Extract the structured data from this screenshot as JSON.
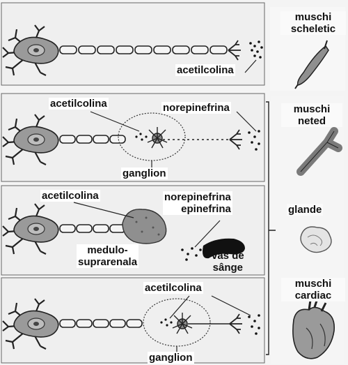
{
  "labels": {
    "muschi_scheletic": "muschi\nscheletic",
    "acetilcolina_1": "acetilcolina",
    "acetilcolina_2": "acetilcolina",
    "norepinefrina_2": "norepinefrina",
    "ganglion_2": "ganglion",
    "muschi_neted": "muschi\nneted",
    "acetilcolina_3": "acetilcolina",
    "norepinefrina_epinefrina": "norepinefrina\nepinefrina",
    "glande": "glande",
    "medulo_suprarenala": "medulo-\nsuprarenala",
    "vas_de_sange": "vas de\nsânge",
    "acetilcolina_4": "acetilcolina",
    "muschi_cardiac": "muschi\ncardiac",
    "ganglion_4": "ganglion"
  },
  "icons": [
    "neuron-icon",
    "skeletal-muscle-icon",
    "smooth-muscle-icon",
    "gland-icon",
    "heart-icon",
    "blood-vessel-icon",
    "adrenal-medulla-icon",
    "ganglion-icon"
  ]
}
